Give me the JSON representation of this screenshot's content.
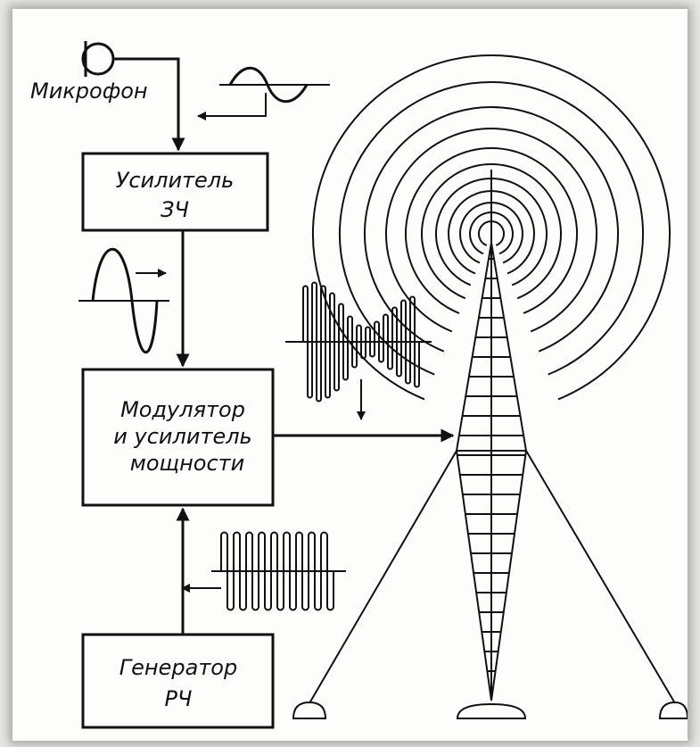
{
  "labels": {
    "microphone": "Микрофон",
    "amp_line1": "Усилитель",
    "amp_line2": "ЗЧ",
    "mod_line1": "Модулятор",
    "mod_line2": "и усилитель",
    "mod_line3": "мощности",
    "gen_line1": "Генератор",
    "gen_line2": "РЧ"
  },
  "colors": {
    "ink": "#111111",
    "paper": "#fdfdfb",
    "background": "#e6e6e2"
  }
}
